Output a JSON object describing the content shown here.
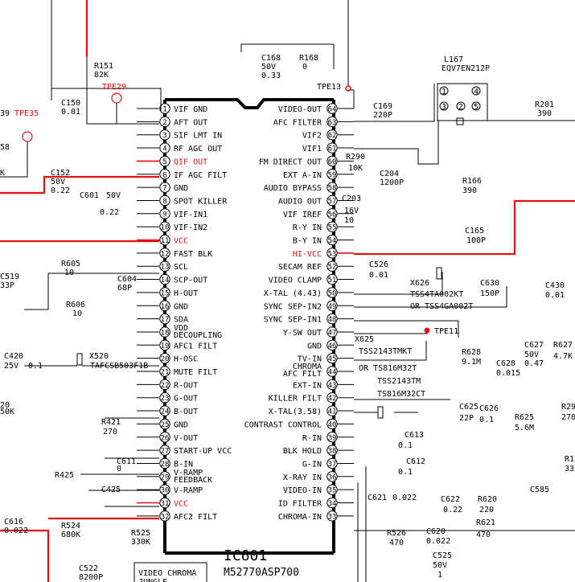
{
  "ic": {
    "name": "IC601",
    "part": "M52770ASP700"
  },
  "boxes": {
    "chroma": "VIDEO CHROMA\nJUNGLE"
  },
  "l167": {
    "p1": "1",
    "p2": "2",
    "p3": "3",
    "p4": "4",
    "p5": "5"
  },
  "left_pins": [
    {
      "n": "1",
      "label": "VIF GND",
      "red": false
    },
    {
      "n": "2",
      "label": "AFT OUT",
      "red": false
    },
    {
      "n": "3",
      "label": "SIF LMT IN",
      "red": false
    },
    {
      "n": "4",
      "label": "RF AGC OUT",
      "red": false
    },
    {
      "n": "5",
      "label": "QIF OUT",
      "red": true
    },
    {
      "n": "6",
      "label": "IF AGC FILT",
      "red": false
    },
    {
      "n": "7",
      "label": "GND",
      "red": false
    },
    {
      "n": "8",
      "label": "SPOT KILLER",
      "red": false
    },
    {
      "n": "9",
      "label": "VIF-IN1",
      "red": false
    },
    {
      "n": "10",
      "label": "VIF-IN2",
      "red": false
    },
    {
      "n": "11",
      "label": "VCC",
      "red": true
    },
    {
      "n": "12",
      "label": "FAST BLK",
      "red": false
    },
    {
      "n": "13",
      "label": "SCL",
      "red": false
    },
    {
      "n": "14",
      "label": "SCP-OUT",
      "red": false
    },
    {
      "n": "15",
      "label": "H-OUT",
      "red": false
    },
    {
      "n": "16",
      "label": "GND",
      "red": false
    },
    {
      "n": "17",
      "label": "SDA",
      "red": false
    },
    {
      "n": "18",
      "label": "VDD DECOUPLING",
      "red": false
    },
    {
      "n": "19",
      "label": "AFC1 FILT",
      "red": false
    },
    {
      "n": "20",
      "label": "H-OSC",
      "red": false
    },
    {
      "n": "21",
      "label": "MUTE FILT",
      "red": false
    },
    {
      "n": "22",
      "label": "R-OUT",
      "red": false
    },
    {
      "n": "23",
      "label": "G-OUT",
      "red": false
    },
    {
      "n": "24",
      "label": "B-OUT",
      "red": false
    },
    {
      "n": "25",
      "label": "GND",
      "red": false
    },
    {
      "n": "26",
      "label": "V-OUT",
      "red": false
    },
    {
      "n": "27",
      "label": "START-UP VCC",
      "red": false
    },
    {
      "n": "28",
      "label": "B-IN",
      "red": false
    },
    {
      "n": "29",
      "label": "V-RAMP FEEDBACK",
      "red": false
    },
    {
      "n": "30",
      "label": "V-RAMP",
      "red": false
    },
    {
      "n": "31",
      "label": "VCC",
      "red": true
    },
    {
      "n": "32",
      "label": "AFC2 FILT",
      "red": false
    }
  ],
  "right_pins": [
    {
      "n": "64",
      "label": "VIDEO-OUT",
      "red": false
    },
    {
      "n": "63",
      "label": "AFC FILTER",
      "red": false
    },
    {
      "n": "62",
      "label": "VIF2",
      "red": false
    },
    {
      "n": "61",
      "label": "VIF1",
      "red": false
    },
    {
      "n": "60",
      "label": "FM DIRECT OUT",
      "red": false
    },
    {
      "n": "59",
      "label": "EXT A-IN",
      "red": false
    },
    {
      "n": "58",
      "label": "AUDIO BYPASS",
      "red": false
    },
    {
      "n": "57",
      "label": "AUDIO OUT",
      "red": false
    },
    {
      "n": "56",
      "label": "VIF IREF",
      "red": false
    },
    {
      "n": "55",
      "label": "R-Y IN",
      "red": false
    },
    {
      "n": "54",
      "label": "B-Y IN",
      "red": false
    },
    {
      "n": "53",
      "label": "HI-VCC",
      "red": true
    },
    {
      "n": "52",
      "label": "SECAM REF",
      "red": false
    },
    {
      "n": "51",
      "label": "VIDEO CLAMP",
      "red": false
    },
    {
      "n": "50",
      "label": "X-TAL (4.43)",
      "red": false
    },
    {
      "n": "49",
      "label": "SYNC SEP-IN2",
      "red": false
    },
    {
      "n": "48",
      "label": "SYNC SEP-IN1",
      "red": false
    },
    {
      "n": "47",
      "label": "Y-SW OUT",
      "red": false
    },
    {
      "n": "46",
      "label": "GND",
      "red": false
    },
    {
      "n": "45",
      "label": "TV-IN",
      "red": false
    },
    {
      "n": "44",
      "label": "CHROMA AFC FILT",
      "red": false
    },
    {
      "n": "43",
      "label": "EXT-IN",
      "red": false
    },
    {
      "n": "42",
      "label": "KILLER FILT",
      "red": false
    },
    {
      "n": "41",
      "label": "X-TAL(3.58)",
      "red": false
    },
    {
      "n": "40",
      "label": "CONTRAST CONTROL",
      "red": false
    },
    {
      "n": "39",
      "label": "R-IN",
      "red": false
    },
    {
      "n": "38",
      "label": "BLK HOLD",
      "red": false
    },
    {
      "n": "37",
      "label": "G-IN",
      "red": false
    },
    {
      "n": "36",
      "label": "X-RAY IN",
      "red": false
    },
    {
      "n": "35",
      "label": "VIDEO-IN",
      "red": false
    },
    {
      "n": "34",
      "label": "ID FILTER",
      "red": false
    },
    {
      "n": "33",
      "label": "CHROMA-IN",
      "red": false
    }
  ],
  "components": [
    {
      "text": "R151",
      "red": false
    },
    {
      "text": "82K",
      "red": false
    },
    {
      "text": "TPE29",
      "red": true
    },
    {
      "text": "C150",
      "red": false
    },
    {
      "text": "0.01",
      "red": false
    },
    {
      "text": "TPE35",
      "red": true
    },
    {
      "text": "39",
      "red": false
    },
    {
      "text": "58",
      "red": false
    },
    {
      "text": "K",
      "red": false
    },
    {
      "text": "C168",
      "red": false
    },
    {
      "text": "50V",
      "red": false
    },
    {
      "text": "0.33",
      "red": false
    },
    {
      "text": "R168",
      "red": false
    },
    {
      "text": "0",
      "red": false
    },
    {
      "text": "TPE13",
      "red": false
    },
    {
      "text": "L167",
      "red": false
    },
    {
      "text": "EQV7EN212P",
      "red": false
    },
    {
      "text": "C169",
      "red": false
    },
    {
      "text": "220P",
      "red": false
    },
    {
      "text": "R201",
      "red": false
    },
    {
      "text": "390",
      "red": false
    },
    {
      "text": "R290",
      "red": false
    },
    {
      "text": "10K",
      "red": false
    },
    {
      "text": "C204",
      "red": false
    },
    {
      "text": "1200P",
      "red": false
    },
    {
      "text": "C203",
      "red": false
    },
    {
      "text": "16V",
      "red": false
    },
    {
      "text": "10",
      "red": false
    },
    {
      "text": "R166",
      "red": false
    },
    {
      "text": "390",
      "red": false
    },
    {
      "text": "C165",
      "red": false
    },
    {
      "text": "100P",
      "red": false
    },
    {
      "text": "C152",
      "red": false
    },
    {
      "text": "50V",
      "red": false
    },
    {
      "text": "0.22",
      "red": false
    },
    {
      "text": "C601",
      "red": false
    },
    {
      "text": "50V",
      "red": false
    },
    {
      "text": "0.22",
      "red": false
    },
    {
      "text": "R605",
      "red": false
    },
    {
      "text": "10",
      "red": false
    },
    {
      "text": "C604",
      "red": false
    },
    {
      "text": "68P",
      "red": false
    },
    {
      "text": "C519",
      "red": false
    },
    {
      "text": "33P",
      "red": false
    },
    {
      "text": "R606",
      "red": false
    },
    {
      "text": "10",
      "red": false
    },
    {
      "text": "C526",
      "red": false
    },
    {
      "text": "0.01",
      "red": false
    },
    {
      "text": "X626",
      "red": false
    },
    {
      "text": "TSS4TA002KT",
      "red": false
    },
    {
      "text": "C630",
      "red": false
    },
    {
      "text": "150P",
      "red": false
    },
    {
      "text": "C430",
      "red": false
    },
    {
      "text": "0.01",
      "red": false
    },
    {
      "text": "OR TSS4GA002T",
      "red": false
    },
    {
      "text": "TPE11",
      "red": false
    },
    {
      "text": "X625",
      "red": false
    },
    {
      "text": "TSS2143TMKT",
      "red": false
    },
    {
      "text": "OR TS816M32T",
      "red": false
    },
    {
      "text": "TSS2143TM",
      "red": false
    },
    {
      "text": "TS816M32CT",
      "red": false
    },
    {
      "text": "R628",
      "red": false
    },
    {
      "text": "9.1M",
      "red": false
    },
    {
      "text": "C628",
      "red": false
    },
    {
      "text": "0.015",
      "red": false
    },
    {
      "text": "C627",
      "red": false
    },
    {
      "text": "50V",
      "red": false
    },
    {
      "text": "0.47",
      "red": false
    },
    {
      "text": "R627",
      "red": false
    },
    {
      "text": "4.7K",
      "red": false
    },
    {
      "text": "C420",
      "red": false
    },
    {
      "text": "25V",
      "red": false
    },
    {
      "text": "0.1",
      "red": false
    },
    {
      "text": "X520",
      "red": false
    },
    {
      "text": "TAFCSB503F1B",
      "red": false
    },
    {
      "text": "20",
      "red": false
    },
    {
      "text": "50K",
      "red": false
    },
    {
      "text": "C625",
      "red": false
    },
    {
      "text": "22P",
      "red": false
    },
    {
      "text": "C626",
      "red": false
    },
    {
      "text": "0.1",
      "red": false
    },
    {
      "text": "R625",
      "red": false
    },
    {
      "text": "5.6M",
      "red": false
    },
    {
      "text": "R29",
      "red": false
    },
    {
      "text": "270",
      "red": false
    },
    {
      "text": "R421",
      "red": false
    },
    {
      "text": "270",
      "red": false
    },
    {
      "text": "C613",
      "red": false
    },
    {
      "text": "0.1",
      "red": false
    },
    {
      "text": "C611",
      "red": false
    },
    {
      "text": "0",
      "red": false
    },
    {
      "text": "R425",
      "red": false
    },
    {
      "text": "C425",
      "red": false
    },
    {
      "text": "C612",
      "red": false
    },
    {
      "text": "0.1",
      "red": false
    },
    {
      "text": "R1",
      "red": false
    },
    {
      "text": "33",
      "red": false
    },
    {
      "text": "C585",
      "red": false
    },
    {
      "text": "C621",
      "red": false
    },
    {
      "text": "0.022",
      "red": false
    },
    {
      "text": "C622",
      "red": false
    },
    {
      "text": "0.22",
      "red": false
    },
    {
      "text": "R620",
      "red": false
    },
    {
      "text": "220",
      "red": false
    },
    {
      "text": "R621",
      "red": false
    },
    {
      "text": "470",
      "red": false
    },
    {
      "text": "C616",
      "red": false
    },
    {
      "text": "0.022",
      "red": false
    },
    {
      "text": "R524",
      "red": false
    },
    {
      "text": "680K",
      "red": false
    },
    {
      "text": "R525",
      "red": false
    },
    {
      "text": "330K",
      "red": false
    },
    {
      "text": "C522",
      "red": false
    },
    {
      "text": "8200P",
      "red": false
    },
    {
      "text": "R526",
      "red": false
    },
    {
      "text": "470",
      "red": false
    },
    {
      "text": "C620",
      "red": false
    },
    {
      "text": "0.022",
      "red": false
    },
    {
      "text": "C525",
      "red": false
    },
    {
      "text": "50V",
      "red": false
    },
    {
      "text": "1",
      "red": false
    }
  ]
}
